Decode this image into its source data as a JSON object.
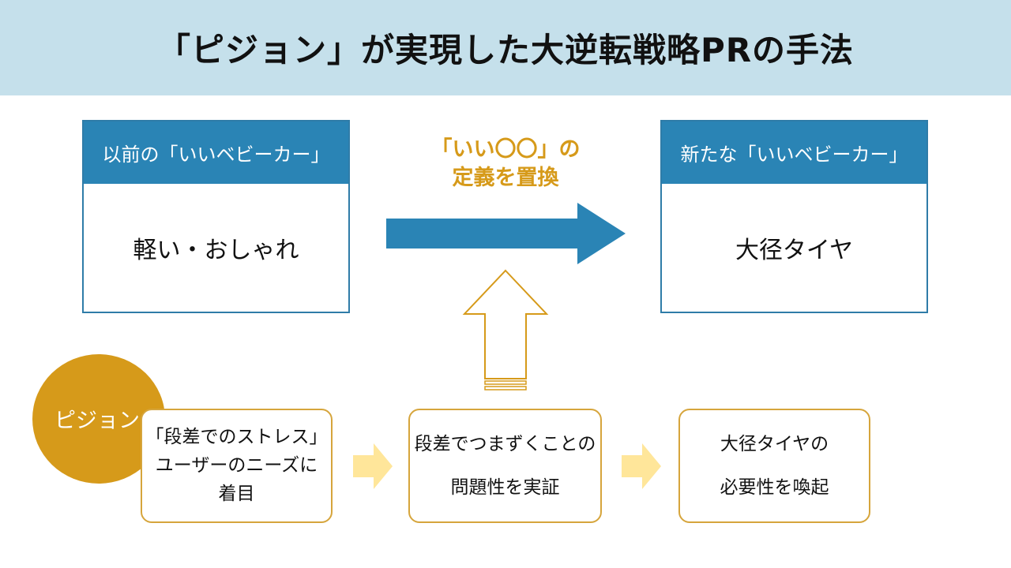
{
  "title": "「ピジョン」が実現した大逆転戦略PRの手法",
  "before": {
    "header": "以前の「いいベビーカー」",
    "body": "軽い・おしゃれ"
  },
  "after": {
    "header": "新たな「いいベビーカー」",
    "body": "大径タイヤ"
  },
  "transform": {
    "line1": "「いい〇〇」の",
    "line2": "定義を置換"
  },
  "company": "ピジョン",
  "steps": [
    {
      "lines": [
        "「段差でのストレス」",
        "ユーザーのニーズに",
        "着目"
      ]
    },
    {
      "lines": [
        "段差でつまずくことの",
        "問題性を実証"
      ]
    },
    {
      "lines": [
        "大径タイヤの",
        "必要性を喚起"
      ]
    }
  ],
  "colors": {
    "header_bg": "#c5e0eb",
    "blue": "#2a84b5",
    "gold": "#d69a1a",
    "light_yellow": "#ffe69a"
  }
}
